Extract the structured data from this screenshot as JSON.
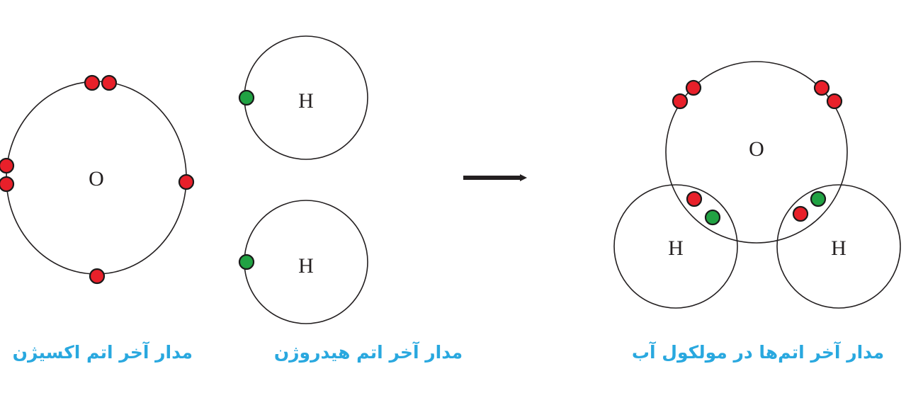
{
  "colors": {
    "background": "#ffffff",
    "orbit": "#231f20",
    "caption": "#29a8df",
    "oxygen_electron": "#e8202a",
    "hydrogen_electron": "#21a243",
    "arrow": "#231f20"
  },
  "oxygen_atom": {
    "symbol": "O",
    "caption": "مدار آخر اتم اکسیژن",
    "electron_count": 6
  },
  "hydrogen_atoms": [
    {
      "symbol": "H",
      "electron_count": 1
    },
    {
      "symbol": "H",
      "electron_count": 1
    }
  ],
  "hydrogen_caption": "مدار آخر اتم هیدروژن",
  "water_molecule": {
    "caption": "مدار آخر اتم‌ها در مولکول آب",
    "oxygen_symbol": "O",
    "hydrogen_left_symbol": "H",
    "hydrogen_right_symbol": "H"
  },
  "arrow_icon": "right-arrow-icon"
}
